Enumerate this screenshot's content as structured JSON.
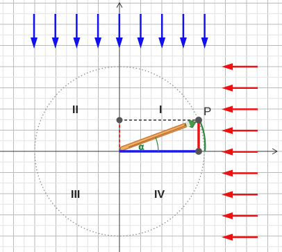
{
  "quadrants": {
    "q1": "I",
    "q2": "II",
    "q3": "III",
    "q4": "IV"
  },
  "point": {
    "label": "P"
  },
  "angle": {
    "label": "α"
  },
  "colors": {
    "grid_minor": "#e4e4e4",
    "grid_major": "#b9b9b9",
    "axis": "#333333",
    "circle": "#8a8a8a",
    "sun_arrows": "#1010ee",
    "side_arrows": "#ee1111",
    "cosine": "#1a1aee",
    "sine": "#ee1111",
    "angle_arc": "#2a8a3a",
    "pencil": "#e8a050",
    "point": "#555555"
  },
  "icons": {
    "top_arrows": "arrow-down-icon",
    "right_arrows": "arrow-left-icon",
    "pencil": "pencil-icon"
  }
}
